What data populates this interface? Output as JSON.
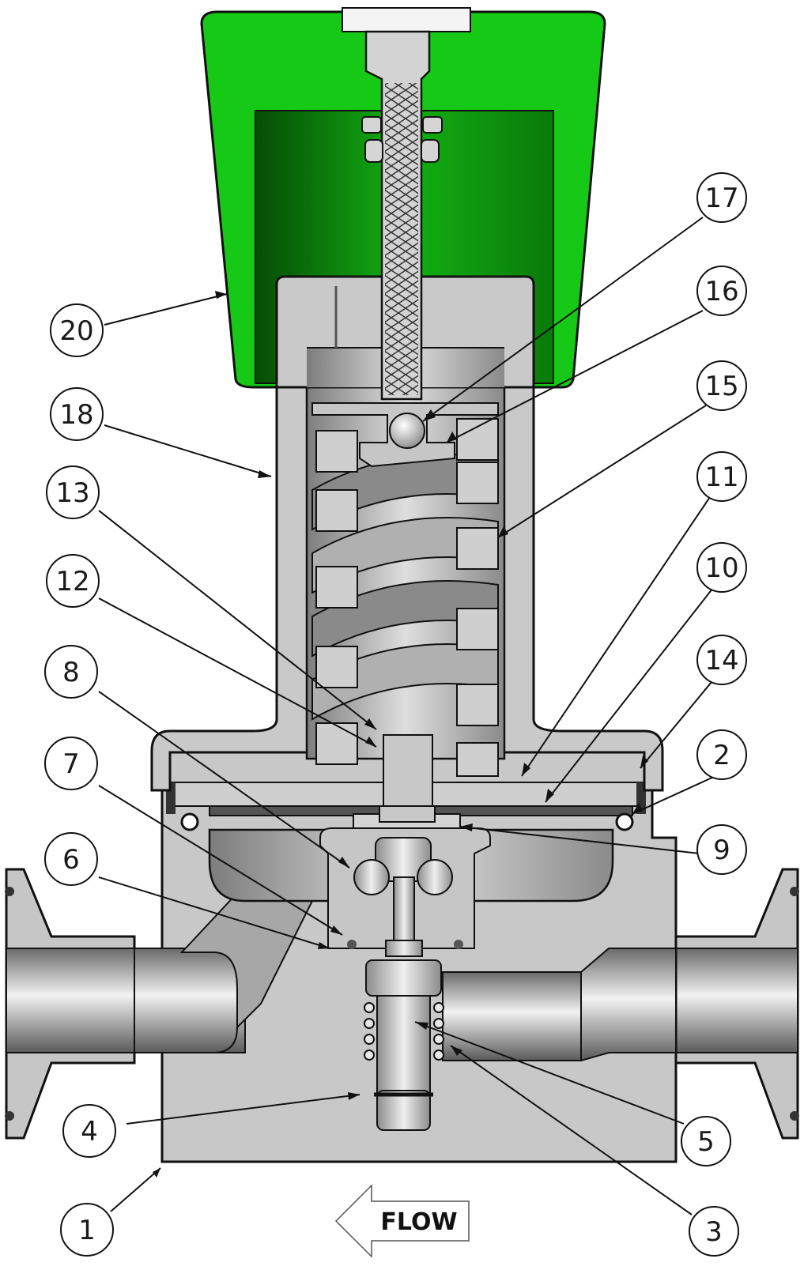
{
  "diagram": {
    "flow_label": "FLOW",
    "flow_direction": "left",
    "colors": {
      "knob": "#17c917",
      "knob_dark": "#0c7a0c",
      "body": "#c9c9c9",
      "body_shade": "#9a9a9a",
      "outline": "#111111",
      "callout_fill": "#ffffff"
    },
    "callouts": [
      {
        "id": "17",
        "label": "17"
      },
      {
        "id": "16",
        "label": "16"
      },
      {
        "id": "15",
        "label": "15"
      },
      {
        "id": "11",
        "label": "11"
      },
      {
        "id": "10",
        "label": "10"
      },
      {
        "id": "14",
        "label": "14"
      },
      {
        "id": "2",
        "label": "2"
      },
      {
        "id": "9",
        "label": "9"
      },
      {
        "id": "5",
        "label": "5"
      },
      {
        "id": "3",
        "label": "3"
      },
      {
        "id": "20",
        "label": "20"
      },
      {
        "id": "18",
        "label": "18"
      },
      {
        "id": "13",
        "label": "13"
      },
      {
        "id": "12",
        "label": "12"
      },
      {
        "id": "8",
        "label": "8"
      },
      {
        "id": "7",
        "label": "7"
      },
      {
        "id": "6",
        "label": "6"
      },
      {
        "id": "4",
        "label": "4"
      },
      {
        "id": "1",
        "label": "1"
      }
    ]
  }
}
